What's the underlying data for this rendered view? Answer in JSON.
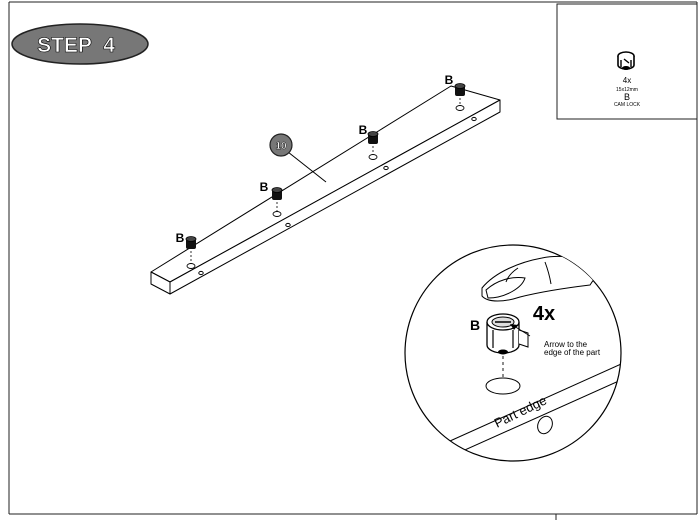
{
  "step": {
    "label": "STEP  4"
  },
  "parts_box": {
    "quantity": "4x",
    "size": "15x12mm",
    "letter": "B",
    "name": "CAM LOCK"
  },
  "board": {
    "part_number": "10"
  },
  "cam_labels": [
    "B",
    "B",
    "B",
    "B"
  ],
  "detail": {
    "letter": "B",
    "quantity": "4x",
    "note_line1": "Arrow to the",
    "note_line2": "edge of the part",
    "edge_label": "Part edge"
  }
}
